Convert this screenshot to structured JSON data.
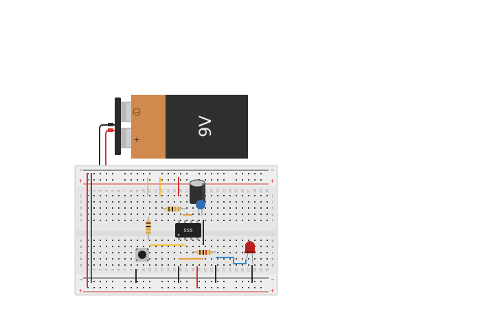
{
  "battery": {
    "label": "9V",
    "plus": "+",
    "minus": "−",
    "body_color": "#2f2f2f",
    "wrapper_color": "#d08a4d"
  },
  "chip": {
    "label": "555",
    "color": "#222222"
  },
  "breadboard": {
    "rail_plus": "+",
    "rail_minus": "−",
    "rows_upper": [
      "j",
      "i",
      "h",
      "g",
      "f"
    ],
    "rows_lower": [
      "e",
      "d",
      "c",
      "b",
      "a"
    ],
    "column_numbers": [
      "1",
      "2",
      "3",
      "4",
      "5",
      "6",
      "7",
      "8",
      "9",
      "10",
      "11",
      "12",
      "13",
      "14",
      "15",
      "16",
      "17",
      "18",
      "19",
      "20",
      "21",
      "22",
      "23",
      "24",
      "25",
      "26",
      "27",
      "28",
      "29",
      "30"
    ],
    "colors": {
      "board": "#e8e8e8",
      "plus_rail": "#d33333",
      "minus_rail": "#333333",
      "hole": "#3d3d3d"
    }
  },
  "components": {
    "led_color": "#b81f1f",
    "capacitor_color": "#2f2f2f",
    "ceramic_cap_color": "#2f6db5",
    "pushbutton_color": "#2b2b2b"
  },
  "wire_colors": {
    "red": "#d33333",
    "black": "#2b2b2b",
    "yellow": "#f0c23a",
    "orange": "#e89a2b",
    "blue": "#2f8fd0"
  }
}
